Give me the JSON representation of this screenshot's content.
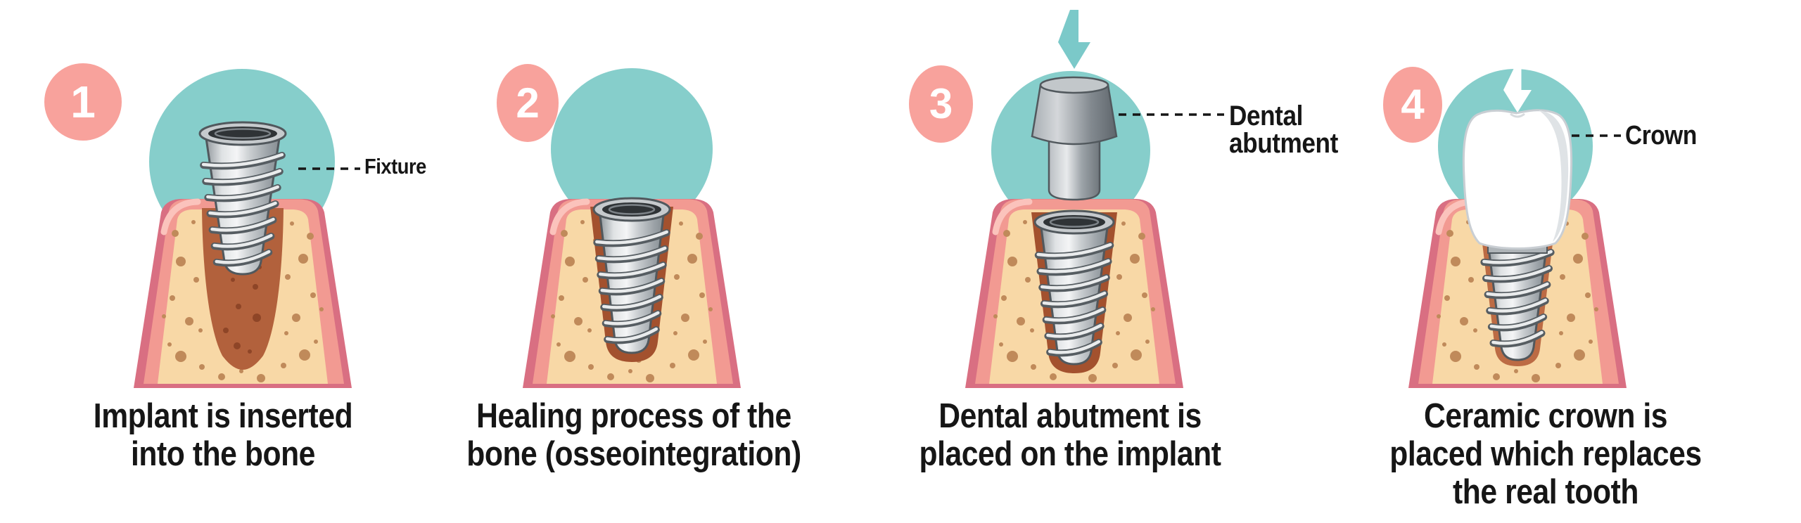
{
  "steps": [
    {
      "number": "1",
      "caption": "Implant is inserted\ninto the bone",
      "callout": "Fixture"
    },
    {
      "number": "2",
      "caption": "Healing process of the\nbone (osseointegration)"
    },
    {
      "number": "3",
      "caption": "Dental abutment is\nplaced on the implant",
      "callout": "Dental\nabutment"
    },
    {
      "number": "4",
      "caption": "Ceramic crown is\nplaced which replaces\nthe real tooth",
      "callout": "Crown"
    }
  ],
  "icons": [
    {
      "name": "down-arrow-icon",
      "panels": [
        "1",
        "3",
        "4"
      ]
    }
  ],
  "colors": {
    "teal": "#86CECB",
    "teal_arrow": "#7BC9C9",
    "badge_pink": "#F8A29C",
    "badge_number": "#FFFFFF",
    "gum": "#F29A92",
    "gum_dark": "#D96F82",
    "gum_highlight": "#FBC3BC",
    "bone": "#F8D8A6",
    "bone_spot": "#C08A5A",
    "socket": "#B2613C",
    "socket_spot": "#8E4527",
    "socket_ring": "#A3512E",
    "socket_ring_healed": "#BC6B44",
    "implant_outline": "#51585D",
    "crown_white": "#FFFFFF",
    "text": "#161616"
  }
}
